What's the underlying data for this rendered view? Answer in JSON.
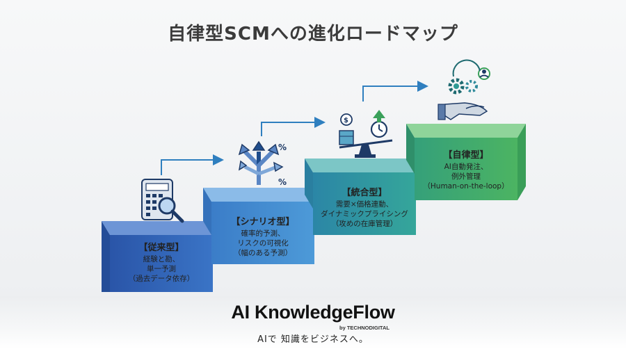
{
  "title": "自律型SCMへの進化ロードマップ",
  "stages": [
    {
      "heading": "【従来型】",
      "lines": [
        "経験と勘、",
        "単一予測",
        "（過去データ依存）"
      ],
      "icon": "calculator-magnifier-icon",
      "color": "#2f63b6"
    },
    {
      "heading": "【シナリオ型】",
      "lines": [
        "確率的予測、",
        "リスクの可視化",
        "（幅のある予測）"
      ],
      "icon": "branching-arrows-icon",
      "color": "#3f8fcf"
    },
    {
      "heading": "【統合型】",
      "lines": [
        "需要×価格連動、",
        "ダイナミックプライシング",
        "（攻めの在庫管理）"
      ],
      "icon": "scale-balance-icon",
      "color": "#2f9c9a"
    },
    {
      "heading": "【自律型】",
      "lines": [
        "AI自動発注、",
        "例外管理",
        "（Human-on-the-loop）"
      ],
      "icon": "robot-hand-gears-icon",
      "color": "#3aa05a"
    }
  ],
  "icon_text": {
    "percent": "%",
    "dollar": "$"
  },
  "footer": {
    "brand": "AI KnowledgeFlow",
    "brand_sub": "by TECHNODIGITAL",
    "tagline": "AIで 知識をビジネスへ。"
  }
}
